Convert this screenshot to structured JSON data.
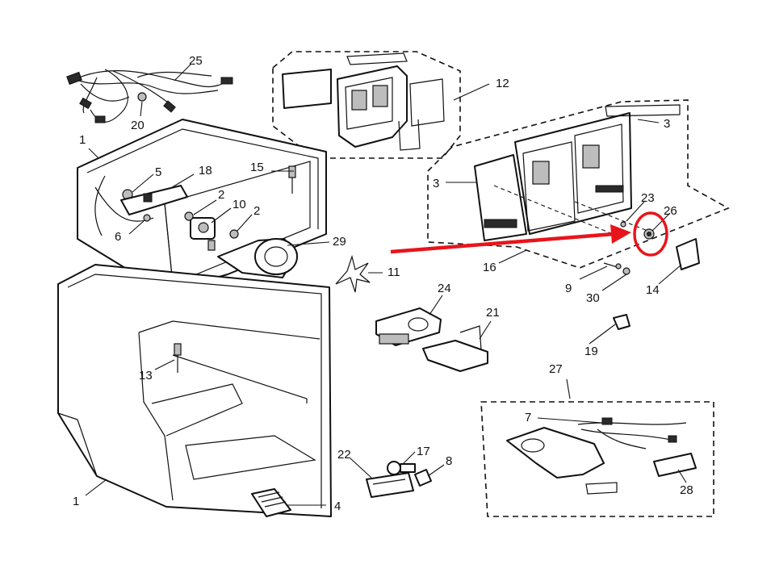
{
  "callouts": {
    "c1a": "1",
    "c1b": "1",
    "c2a": "2",
    "c2b": "2",
    "c3a": "3",
    "c3b": "3",
    "c4": "4",
    "c5": "5",
    "c6": "6",
    "c7": "7",
    "c8": "8",
    "c9": "9",
    "c10": "10",
    "c11": "11",
    "c12": "12",
    "c13": "13",
    "c14": "14",
    "c15": "15",
    "c16": "16",
    "c17": "17",
    "c18": "18",
    "c19": "19",
    "c20": "20",
    "c21": "21",
    "c22": "22",
    "c23": "23",
    "c24": "24",
    "c25": "25",
    "c26": "26",
    "c27": "27",
    "c28": "28",
    "c29": "29",
    "c30": "30"
  },
  "colors": {
    "highlight": "#e8141b",
    "ink": "#111111"
  },
  "highlighted_part": "26"
}
